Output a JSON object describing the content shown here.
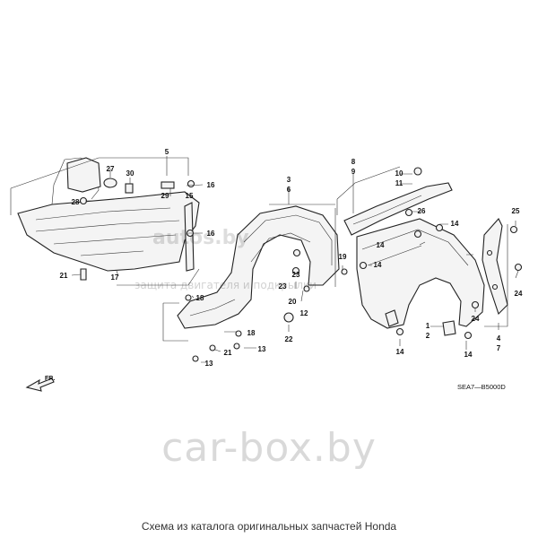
{
  "diagram": {
    "callouts": [
      {
        "id": "c5",
        "text": "5"
      },
      {
        "id": "c27",
        "text": "27"
      },
      {
        "id": "c30",
        "text": "30"
      },
      {
        "id": "c28",
        "text": "28"
      },
      {
        "id": "c29",
        "text": "29"
      },
      {
        "id": "c15",
        "text": "15"
      },
      {
        "id": "c16a",
        "text": "16"
      },
      {
        "id": "c16b",
        "text": "16"
      },
      {
        "id": "c21a",
        "text": "21"
      },
      {
        "id": "c17",
        "text": "17"
      },
      {
        "id": "c3",
        "text": "3"
      },
      {
        "id": "c6",
        "text": "6"
      },
      {
        "id": "c18a",
        "text": "18"
      },
      {
        "id": "c18b",
        "text": "18"
      },
      {
        "id": "c23a",
        "text": "23"
      },
      {
        "id": "c23b",
        "text": "23"
      },
      {
        "id": "c20",
        "text": "20"
      },
      {
        "id": "c12",
        "text": "12"
      },
      {
        "id": "c22",
        "text": "22"
      },
      {
        "id": "c19",
        "text": "19"
      },
      {
        "id": "c21b",
        "text": "21"
      },
      {
        "id": "c13a",
        "text": "13"
      },
      {
        "id": "c13b",
        "text": "13"
      },
      {
        "id": "c8",
        "text": "8"
      },
      {
        "id": "c9",
        "text": "9"
      },
      {
        "id": "c10",
        "text": "10"
      },
      {
        "id": "c11",
        "text": "11"
      },
      {
        "id": "c26",
        "text": "26"
      },
      {
        "id": "c14a",
        "text": "14"
      },
      {
        "id": "c14b",
        "text": "14"
      },
      {
        "id": "c14c",
        "text": "14"
      },
      {
        "id": "c14d",
        "text": "14"
      },
      {
        "id": "c14e",
        "text": "14"
      },
      {
        "id": "c25",
        "text": "25"
      },
      {
        "id": "c24a",
        "text": "24"
      },
      {
        "id": "c24b",
        "text": "24"
      },
      {
        "id": "c1",
        "text": "1"
      },
      {
        "id": "c2",
        "text": "2"
      },
      {
        "id": "c4",
        "text": "4"
      },
      {
        "id": "c7",
        "text": "7"
      }
    ],
    "direction_label": "FR.",
    "diagram_code": "SEA7—B5000D"
  },
  "watermarks": {
    "main": "autos.by",
    "sub": "защита двигателя и подкрылки"
  },
  "footer": {
    "logo_text": "car-box.by",
    "caption": "Схема из каталога оригинальных запчастей Honda"
  }
}
